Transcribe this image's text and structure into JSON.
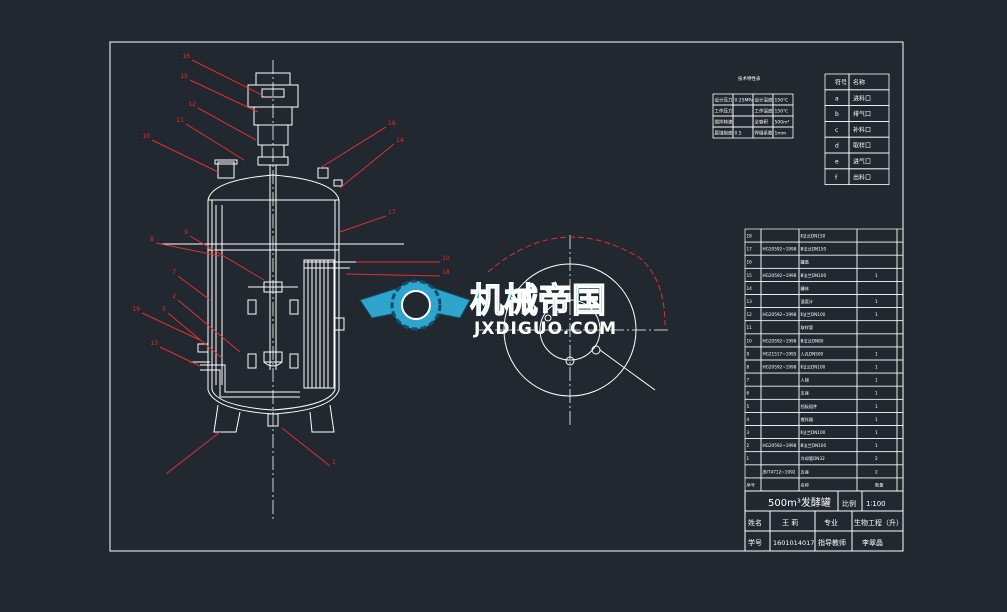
{
  "colors": {
    "background": "#212830",
    "line": "#ffffff",
    "leader": "#e03030",
    "logo_blue": "#2fa4cc",
    "logo_dark": "#0e4f6b"
  },
  "leader_labels": [
    "16",
    "15",
    "12",
    "11",
    "10",
    "16",
    "14",
    "17",
    "9",
    "8",
    "7",
    "2",
    "5",
    "19",
    "13",
    "10",
    "18",
    "1"
  ],
  "tech_table": {
    "title": "技术特性表",
    "rows": [
      [
        "设计压力",
        "0.25MPa",
        "设计温度",
        "150℃"
      ],
      [
        "工作压力",
        "",
        "工作温度",
        "150℃"
      ],
      [
        "搅拌转速",
        "",
        "全容积",
        "500m³"
      ],
      [
        "腐蚀裕度",
        "0.5",
        "焊缝系数",
        "1mm"
      ]
    ]
  },
  "nozzle_table": {
    "header": [
      "符号",
      "名称"
    ],
    "rows": [
      [
        "a",
        "进料口"
      ],
      [
        "b",
        "排气口"
      ],
      [
        "c",
        "补料口"
      ],
      [
        "d",
        "取样口"
      ],
      [
        "e",
        "进气口"
      ],
      [
        "f",
        "出料口"
      ]
    ]
  },
  "parts_list": [
    [
      "18",
      "",
      "Ⅱ法兰DN150",
      "",
      ""
    ],
    [
      "17",
      "HG20592~1998",
      "Ⅲ法兰DN150",
      "",
      ""
    ],
    [
      "16",
      "",
      "罐盖",
      "",
      ""
    ],
    [
      "15",
      "HG20592~1998",
      "Ⅲ法兰DN100",
      "1",
      ""
    ],
    [
      "14",
      "",
      "罐体",
      "",
      ""
    ],
    [
      "13",
      "",
      "温度计",
      "1",
      ""
    ],
    [
      "12",
      "HG20592~1998",
      "Ⅱ法兰DN100",
      "1",
      ""
    ],
    [
      "11",
      "",
      "取样管",
      "",
      ""
    ],
    [
      "10",
      "HG20592~1998",
      "Ⅲ法兰DN80",
      "",
      ""
    ],
    [
      "9",
      "HG21517~1995",
      "人孔DN500",
      "1",
      ""
    ],
    [
      "8",
      "HG20592~1998",
      "Ⅱ法兰DN100",
      "1",
      ""
    ],
    [
      "7",
      "",
      "人梯",
      "1",
      ""
    ],
    [
      "6",
      "",
      "支座",
      "1",
      ""
    ],
    [
      "5",
      "",
      "挡板组件",
      "1",
      ""
    ],
    [
      "4",
      "",
      "搅拌器",
      "1",
      ""
    ],
    [
      "3",
      "",
      "Ⅱ法兰DN100",
      "1",
      ""
    ],
    [
      "2",
      "HG20592~1998",
      "Ⅲ法兰DN100",
      "1",
      ""
    ],
    [
      "1",
      "",
      "冷却管DN32",
      "2",
      ""
    ],
    [
      "",
      "JB/T4712~1992",
      "支座",
      "2",
      ""
    ],
    [
      "序号",
      "",
      "名称",
      "数量",
      ""
    ]
  ],
  "title_block": {
    "drawing_name": "500m³发酵罐",
    "scale_label": "比例",
    "scale_value": "1∶100",
    "name_label": "姓名",
    "name_value": "王 莉",
    "major_label": "专业",
    "major_value": "生物工程（升）",
    "id_label": "学号",
    "id_value": "1601014017",
    "teacher_label": "指导教师",
    "teacher_value": "李翠晶"
  },
  "watermark": {
    "cn": "机械帝国",
    "en": "JXDIGUO.COM"
  }
}
